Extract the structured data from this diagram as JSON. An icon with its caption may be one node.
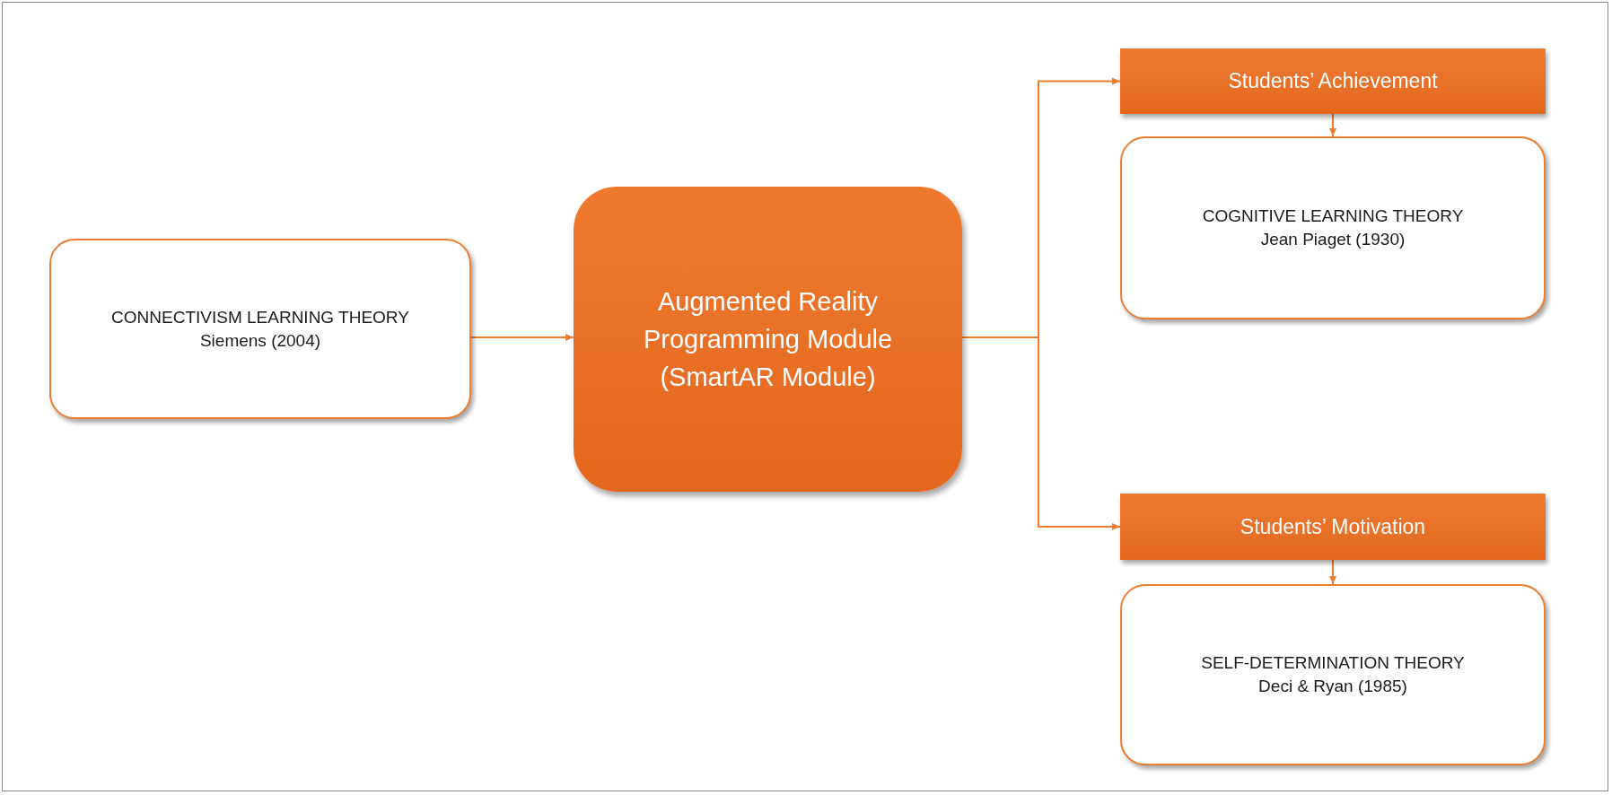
{
  "diagram": {
    "nodes": [
      {
        "text": [
          "CONNECTIVISM LEARNING THEORY",
          "Siemens (2004)"
        ]
      },
      {
        "text": [
          "Augmented Reality Programming Module (SmartAR Module)"
        ]
      },
      {
        "text": [
          "Students’ Achievement"
        ]
      },
      {
        "text": [
          "COGNITIVE LEARNING THEORY",
          "Jean Piaget (1930)"
        ]
      },
      {
        "text": [
          "Students’ Motivation"
        ]
      },
      {
        "text": [
          "SELF-DETERMINATION THEORY",
          "Deci & Ryan (1985)"
        ]
      }
    ],
    "edges": [
      {
        "from": 0,
        "to": 1,
        "arrow": "to"
      },
      {
        "from": 1,
        "to": 2,
        "arrow": "to"
      },
      {
        "from": 1,
        "to": 4,
        "arrow": "to"
      },
      {
        "from": 2,
        "to": 3,
        "arrow": "to"
      },
      {
        "from": 4,
        "to": 5,
        "arrow": "to"
      }
    ]
  }
}
